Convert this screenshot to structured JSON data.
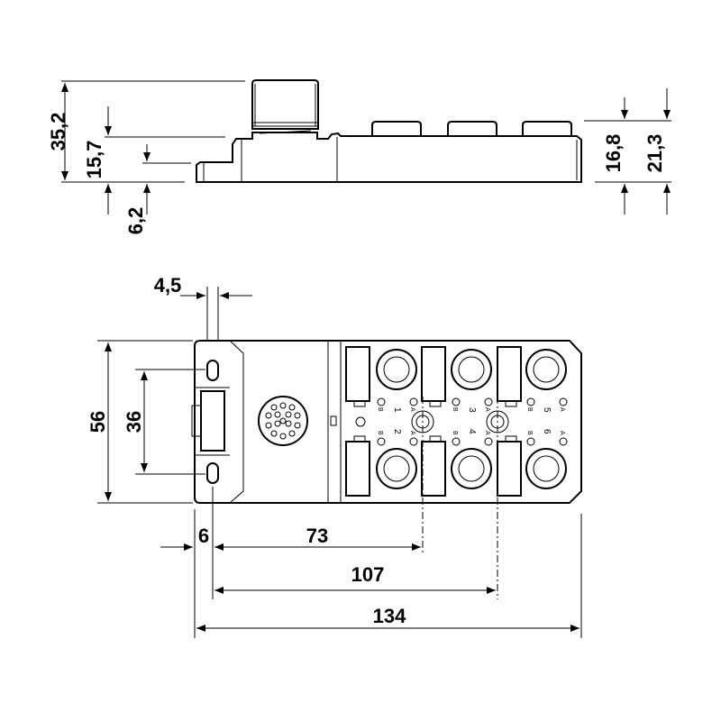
{
  "side_view": {
    "dims": {
      "total_height": "35,2",
      "body_height": "15,7",
      "flange_height": "6,2",
      "port_height": "16,8",
      "overall_right": "21,3"
    }
  },
  "top_view": {
    "dims": {
      "hole_offset": "4,5",
      "width": "56",
      "hole_spacing": "36",
      "edge_offset": "6",
      "first_port": "73",
      "second_port": "107",
      "length": "134"
    },
    "ports": [
      {
        "number": "1",
        "a": "A",
        "b": "B"
      },
      {
        "number": "2",
        "a": "A",
        "b": "B"
      },
      {
        "number": "3",
        "a": "A",
        "b": "B"
      },
      {
        "number": "4",
        "a": "A",
        "b": "B"
      },
      {
        "number": "5",
        "a": "A",
        "b": "B"
      },
      {
        "number": "6",
        "a": "A",
        "b": "B"
      }
    ]
  }
}
